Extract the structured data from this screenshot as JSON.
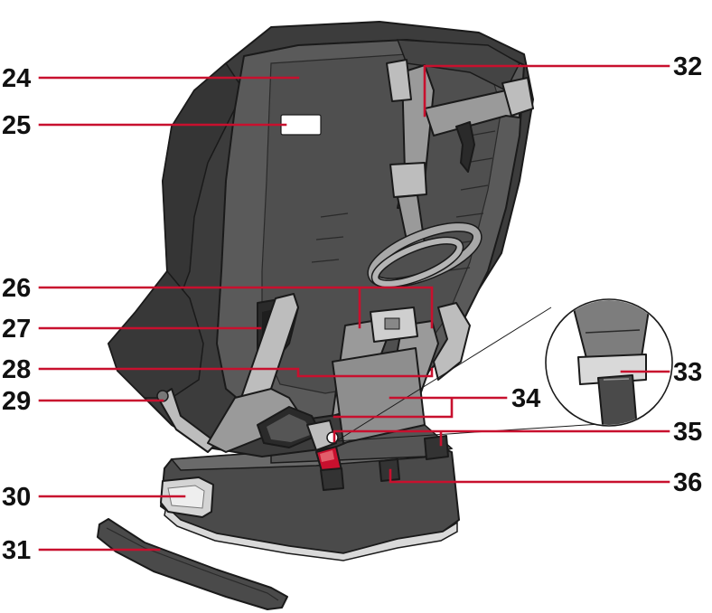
{
  "callouts": {
    "c24": "24",
    "c25": "25",
    "c26": "26",
    "c27": "27",
    "c28": "28",
    "c29": "29",
    "c30": "30",
    "c31": "31",
    "c32": "32",
    "c33": "33",
    "c34": "34",
    "c35": "35",
    "c36": "36"
  },
  "colors": {
    "leader": "#c8102e",
    "shell_dark": "#3c3c3c",
    "shell_mid": "#5a5a5a",
    "strap": "#9a9a9a",
    "strap_light": "#bdbdbd",
    "base": "#4a4a4a",
    "base_trim": "#d9d9d9",
    "buckle_red": "#c8102e"
  }
}
